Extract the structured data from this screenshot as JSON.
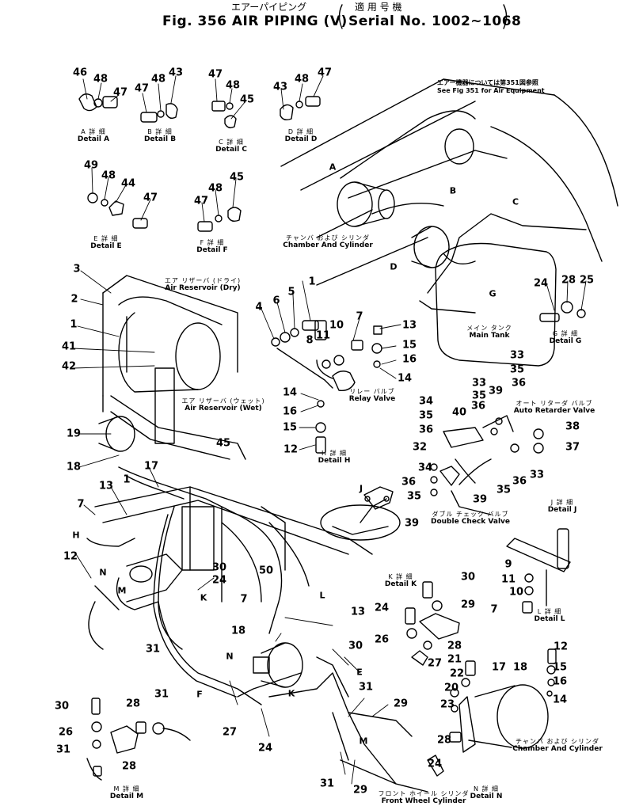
{
  "header": {
    "jp_title": "エアーパイピング",
    "title": "Fig. 356   AIR  PIPING (V)",
    "serial_jp": "適 用 号 機",
    "serial": "Serial No. 1002~1068"
  },
  "note": {
    "jp": "エアー機器については第351図参照",
    "en": "See Fig 351 for Air Equipment"
  },
  "components": [
    {
      "jp": "チャンバ および シリンダ",
      "en": "Chamber And Cylinder"
    },
    {
      "jp": "エア リザーバ (ドライ)",
      "en": "Air Reservoir (Dry)"
    },
    {
      "jp": "エア リザーバ (ウェット)",
      "en": "Air Reservoir (Wet)"
    },
    {
      "jp": "メイン タンク",
      "en": "Main Tank"
    },
    {
      "jp": "リレー バルブ",
      "en": "Relay Valve"
    },
    {
      "jp": "オート リターダ バルブ",
      "en": "Auto Retarder Valve"
    },
    {
      "jp": "ダブル チェック バルブ",
      "en": "Double Check Valve"
    },
    {
      "jp": "チャンバ および シリンダ",
      "en": "Chamber And Cylinder"
    },
    {
      "jp": "フロント ホイール シリンダ",
      "en": "Front Wheel Cylinder"
    }
  ],
  "details": [
    {
      "jp": "A 詳 細",
      "en": "Detail  A"
    },
    {
      "jp": "B 詳 細",
      "en": "Detail  B"
    },
    {
      "jp": "C 詳 細",
      "en": "Detail  C"
    },
    {
      "jp": "D 詳 細",
      "en": "Detail  D"
    },
    {
      "jp": "E 詳 細",
      "en": "Detail  E"
    },
    {
      "jp": "F 詳 細",
      "en": "Detail  F"
    },
    {
      "jp": "G 詳 細",
      "en": "Detail  G"
    },
    {
      "jp": "H 詳 細",
      "en": "Detail  H"
    },
    {
      "jp": "J 詳 細",
      "en": "Detail  J"
    },
    {
      "jp": "K 詳 細",
      "en": "Detail  K"
    },
    {
      "jp": "L 詳 細",
      "en": "Detail  L"
    },
    {
      "jp": "M 詳 細",
      "en": "Detail  M"
    },
    {
      "jp": "N 詳 細",
      "en": "Detail  N"
    }
  ],
  "view_arrows": [
    "A",
    "B",
    "C",
    "D",
    "G",
    "H",
    "J",
    "K",
    "L",
    "M",
    "N",
    "K",
    "E",
    "F",
    "M",
    "N"
  ],
  "callouts": [
    "46",
    "48",
    "47",
    "47",
    "48",
    "43",
    "47",
    "48",
    "45",
    "43",
    "48",
    "47",
    "49",
    "48",
    "44",
    "47",
    "47",
    "48",
    "45",
    "3",
    "2",
    "1",
    "41",
    "42",
    "19",
    "18",
    "17",
    "13",
    "1",
    "7",
    "12",
    "45",
    "4",
    "6",
    "5",
    "1",
    "8",
    "11",
    "10",
    "7",
    "13",
    "15",
    "16",
    "14",
    "14",
    "16",
    "15",
    "12",
    "24",
    "28",
    "25",
    "33",
    "35",
    "33",
    "35",
    "39",
    "36",
    "34",
    "35",
    "36",
    "40",
    "36",
    "38",
    "37",
    "32",
    "34",
    "36",
    "35",
    "36",
    "39",
    "35",
    "33",
    "39",
    "9",
    "11",
    "10",
    "7",
    "30",
    "29",
    "24",
    "26",
    "28",
    "27",
    "21",
    "22",
    "20",
    "23",
    "17",
    "18",
    "12",
    "15",
    "16",
    "14",
    "28",
    "24",
    "30",
    "24",
    "31",
    "50",
    "7",
    "13",
    "18",
    "30",
    "24",
    "27",
    "31",
    "29",
    "31",
    "29",
    "30",
    "26",
    "31",
    "28",
    "31",
    "28"
  ]
}
